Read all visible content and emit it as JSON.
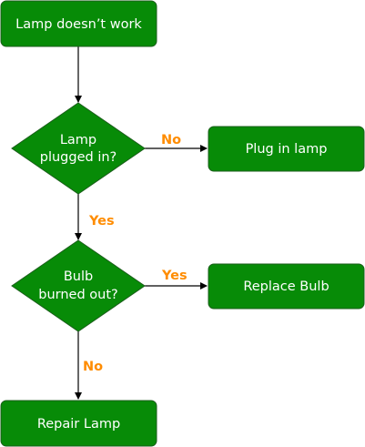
{
  "colors": {
    "node_fill": "#078b07",
    "node_stroke": "#1b5e1b",
    "node_text": "#ffffff",
    "edge_line": "#000000",
    "edge_label": "#ff8c00",
    "background": "#ffffff"
  },
  "nodes": {
    "start": {
      "label": "Lamp doesn’t work"
    },
    "plugged": {
      "line1": "Lamp",
      "line2": "plugged in?"
    },
    "plug_in": {
      "label": "Plug in lamp"
    },
    "bulb": {
      "line1": "Bulb",
      "line2": "burned out?"
    },
    "replace": {
      "label": "Replace Bulb"
    },
    "repair": {
      "label": "Repair Lamp"
    }
  },
  "edges": {
    "plugged_no": {
      "label": "No"
    },
    "plugged_yes": {
      "label": "Yes"
    },
    "bulb_yes": {
      "label": "Yes"
    },
    "bulb_no": {
      "label": "No"
    }
  }
}
